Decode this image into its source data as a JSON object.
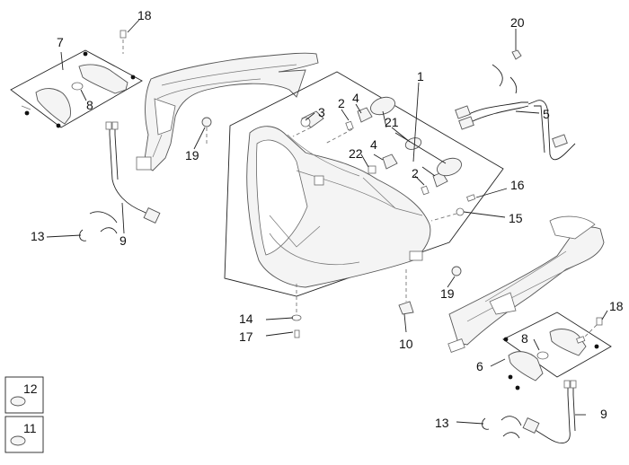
{
  "callouts": {
    "c1": "1",
    "c2a": "2",
    "c2b": "2",
    "c3": "3",
    "c4a": "4",
    "c4b": "4",
    "c5": "5",
    "c6": "6",
    "c7": "7",
    "c8a": "8",
    "c8b": "8",
    "c9a": "9",
    "c9b": "9",
    "c10": "10",
    "c11": "11",
    "c12": "12",
    "c13a": "13",
    "c13b": "13",
    "c14": "14",
    "c15": "15",
    "c16": "16",
    "c17": "17",
    "c18a": "18",
    "c18b": "18",
    "c19a": "19",
    "c19b": "19",
    "c20": "20",
    "c21": "21",
    "c22": "22"
  }
}
